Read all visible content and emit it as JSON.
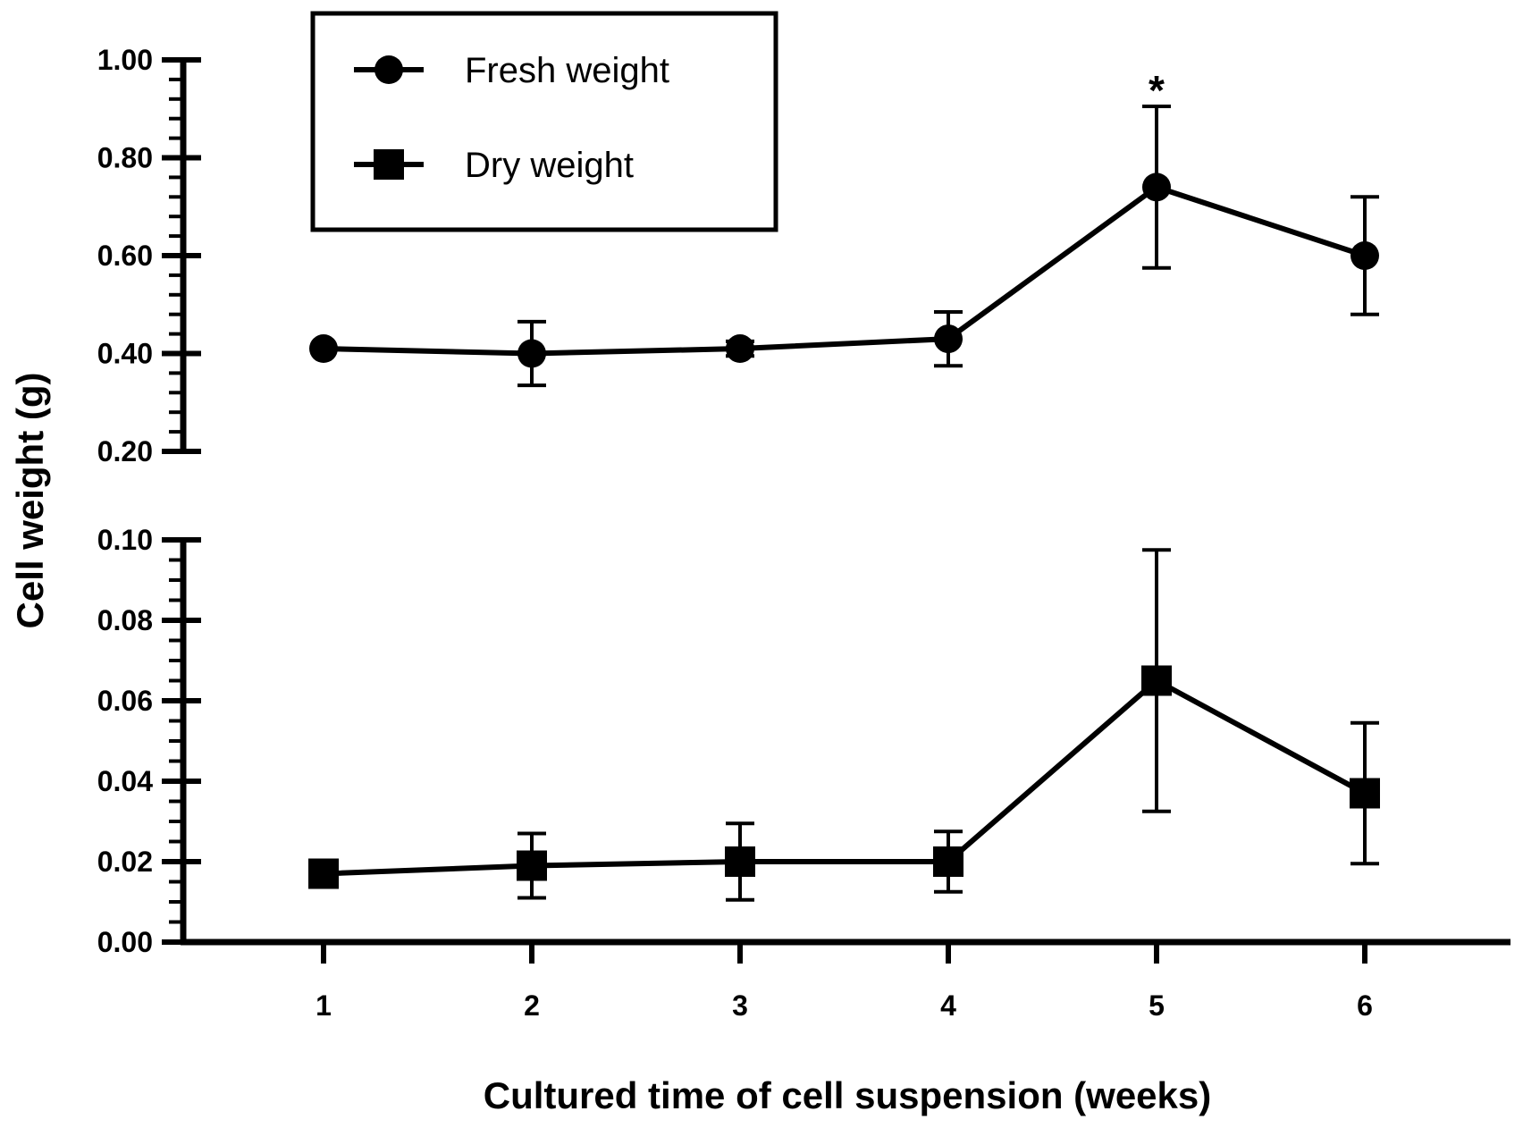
{
  "chart_data": {
    "type": "line",
    "title": "",
    "xlabel": "Cultured time of cell suspension (weeks)",
    "ylabel": "Cell weight (g)",
    "x": [
      1,
      2,
      3,
      4,
      5,
      6
    ],
    "x_tick_labels": [
      "1",
      "2",
      "3",
      "4",
      "5",
      "6"
    ],
    "broken_y_axis": true,
    "upper_segment": {
      "ylim": [
        0.2,
        1.0
      ],
      "tick_labels": [
        "1.00",
        "0.80",
        "0.60",
        "0.40",
        "0.20"
      ],
      "tick_values": [
        1.0,
        0.8,
        0.6,
        0.4,
        0.2
      ]
    },
    "lower_segment": {
      "ylim": [
        0.0,
        0.1
      ],
      "tick_labels": [
        "0.10",
        "0.08",
        "0.06",
        "0.04",
        "0.02",
        "0.00"
      ],
      "tick_values": [
        0.1,
        0.08,
        0.06,
        0.04,
        0.02,
        0.0
      ]
    },
    "series": [
      {
        "name": "Fresh weight",
        "marker": "circle",
        "segment": "upper",
        "values": [
          0.41,
          0.4,
          0.41,
          0.43,
          0.74,
          0.6
        ],
        "error": [
          0.0,
          0.065,
          0.015,
          0.055,
          0.165,
          0.12
        ]
      },
      {
        "name": "Dry weight",
        "marker": "square",
        "segment": "lower",
        "values": [
          0.017,
          0.019,
          0.02,
          0.02,
          0.065,
          0.037
        ],
        "error": [
          0.0,
          0.008,
          0.0095,
          0.0075,
          0.0325,
          0.0175
        ]
      }
    ],
    "annotations": [
      {
        "text": "*",
        "x": 5,
        "series": "Fresh weight"
      }
    ],
    "legend_position": "top-left",
    "grid": false,
    "colors": {
      "line": "#000000",
      "background": "#ffffff"
    }
  }
}
